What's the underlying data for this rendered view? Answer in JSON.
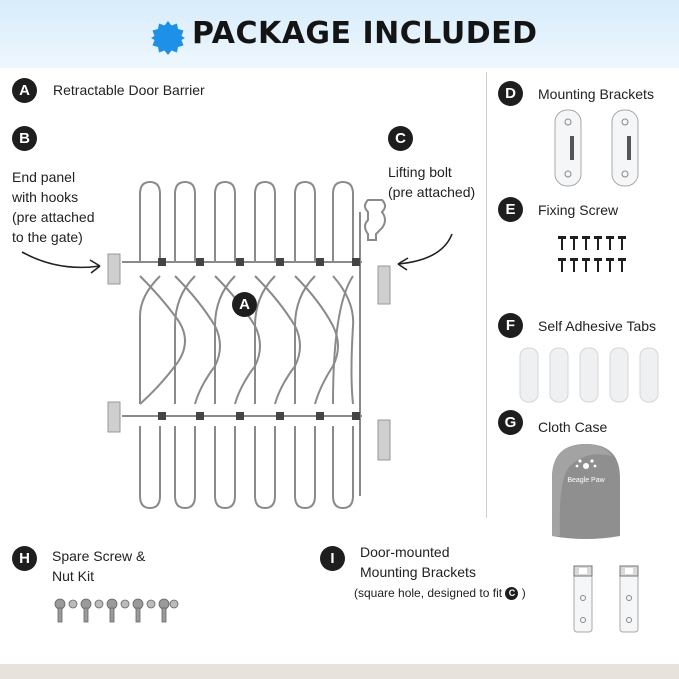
{
  "header": {
    "title": "PACKAGE INCLUDED"
  },
  "items": {
    "a": {
      "letter": "A",
      "label": "Retractable Door Barrier"
    },
    "b": {
      "letter": "B",
      "line1": "End panel",
      "line2": "with hooks",
      "line3": "(pre attached",
      "line4": "to the gate)"
    },
    "c": {
      "letter": "C",
      "line1": "Lifting bolt",
      "line2": "(pre attached)"
    },
    "d": {
      "letter": "D",
      "label": "Mounting Brackets"
    },
    "e": {
      "letter": "E",
      "label": "Fixing Screw"
    },
    "f": {
      "letter": "F",
      "label": "Self Adhesive Tabs"
    },
    "g": {
      "letter": "G",
      "label": "Cloth Case",
      "case_brand": "Beagle Paw"
    },
    "h": {
      "letter": "H",
      "line1": "Spare Screw &",
      "line2": "Nut Kit"
    },
    "i": {
      "letter": "I",
      "line1": "Door-mounted",
      "line2": "Mounting Brackets",
      "line3_pre": "(square hole, designed to fit",
      "line3_ref": "C",
      "line3_post": ")"
    },
    "gate_marker": "A"
  }
}
